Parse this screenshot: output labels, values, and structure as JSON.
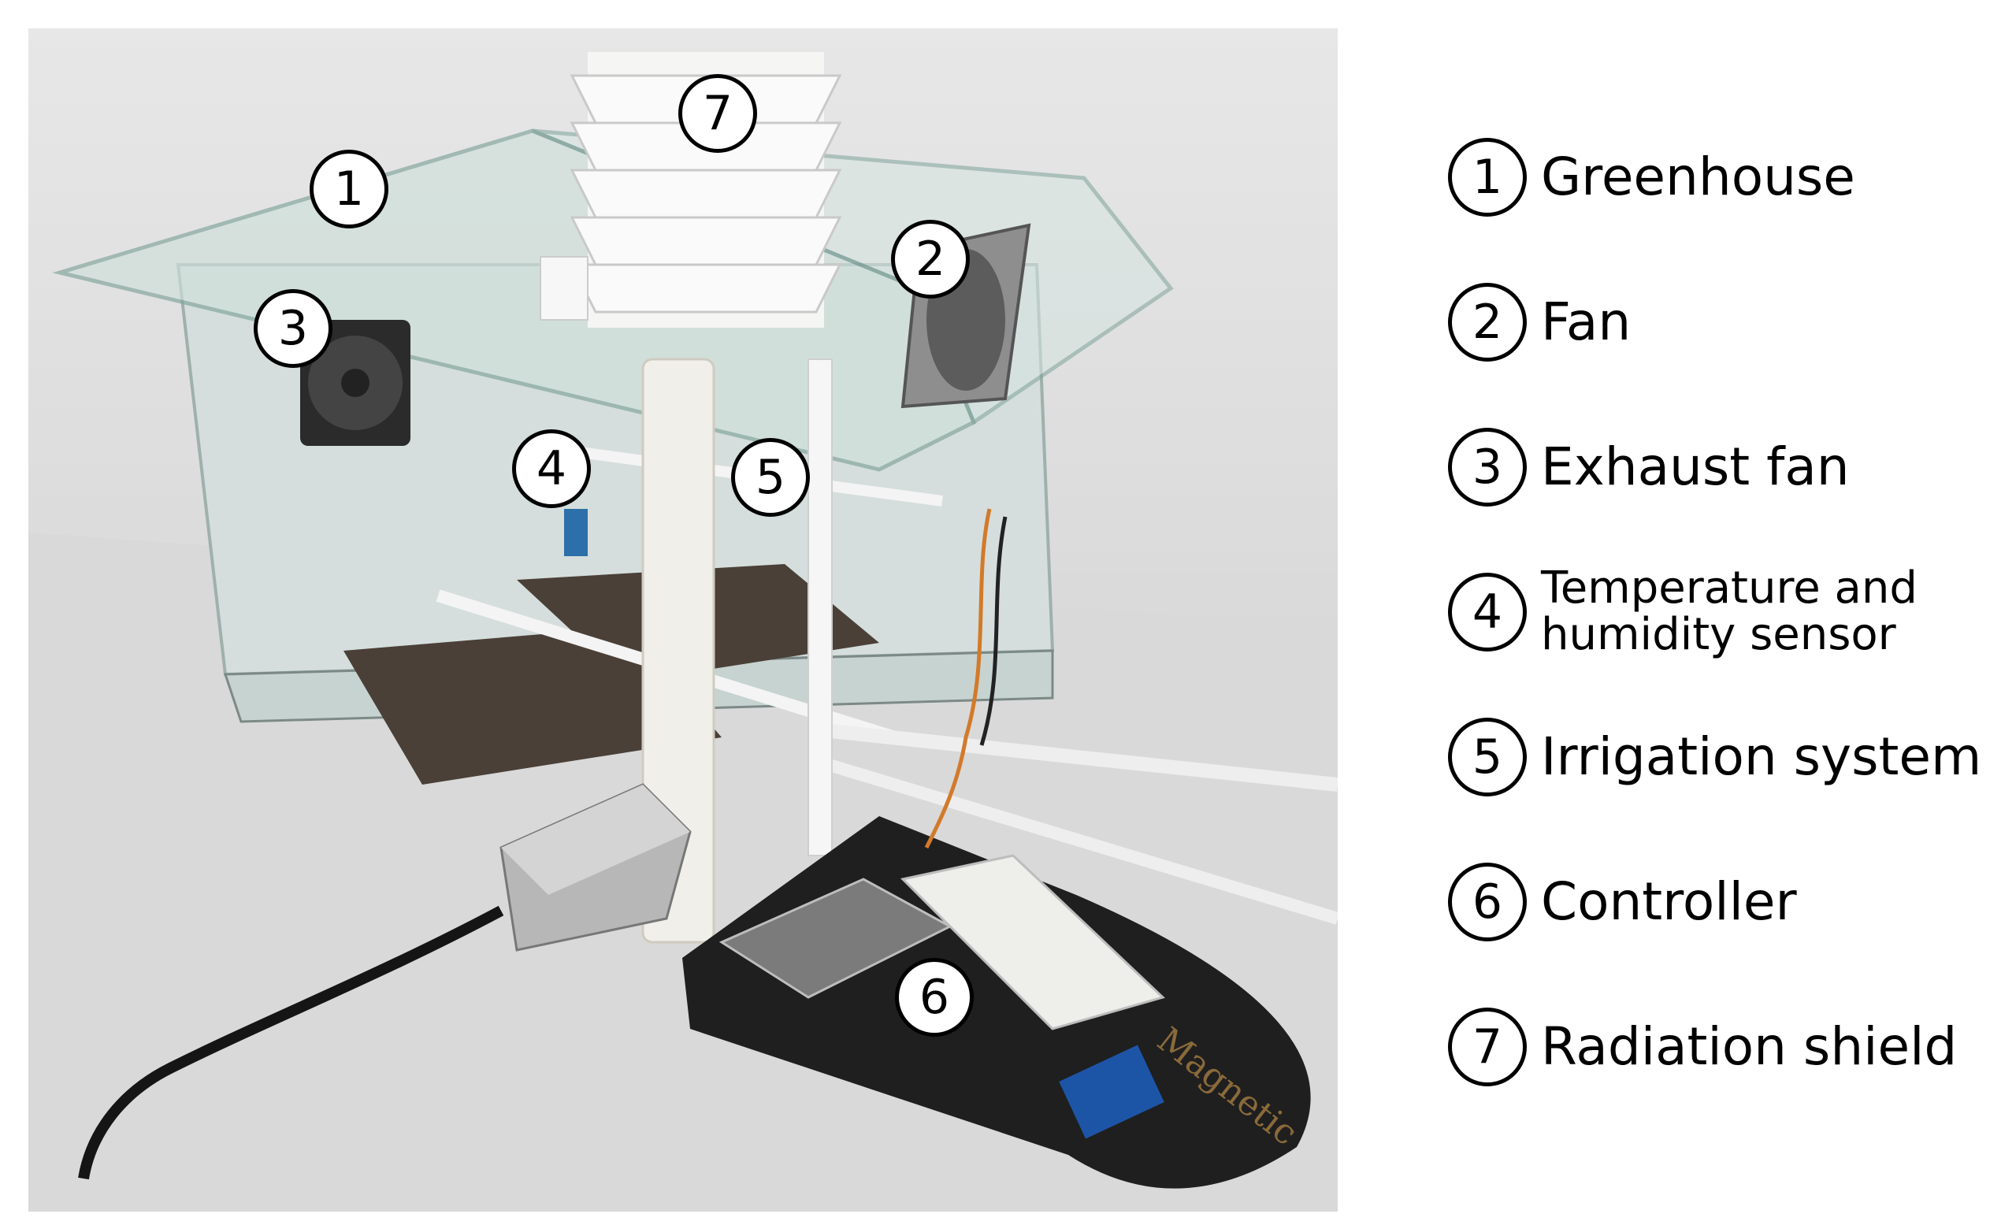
{
  "callouts": [
    {
      "number": "1",
      "label": "Greenhouse"
    },
    {
      "number": "2",
      "label": "Fan"
    },
    {
      "number": "3",
      "label": "Exhaust fan"
    },
    {
      "number": "4",
      "label": "Temperature and humidity sensor"
    },
    {
      "number": "5",
      "label": "Irrigation system"
    },
    {
      "number": "6",
      "label": "Controller"
    },
    {
      "number": "7",
      "label": "Radiation shield"
    }
  ],
  "photo_text": {
    "tray_brand": "Magnetic"
  },
  "colors": {
    "background": "#ffffff",
    "outline": "#000000",
    "glass": "#c9dcd8",
    "soil": "#4a4038",
    "shield": "#f2f2f0"
  },
  "icons": [
    "fan-icon",
    "exhaust-fan-icon",
    "radiation-shield-icon",
    "controller-board-icon",
    "relay-module-icon",
    "power-supply-icon"
  ]
}
